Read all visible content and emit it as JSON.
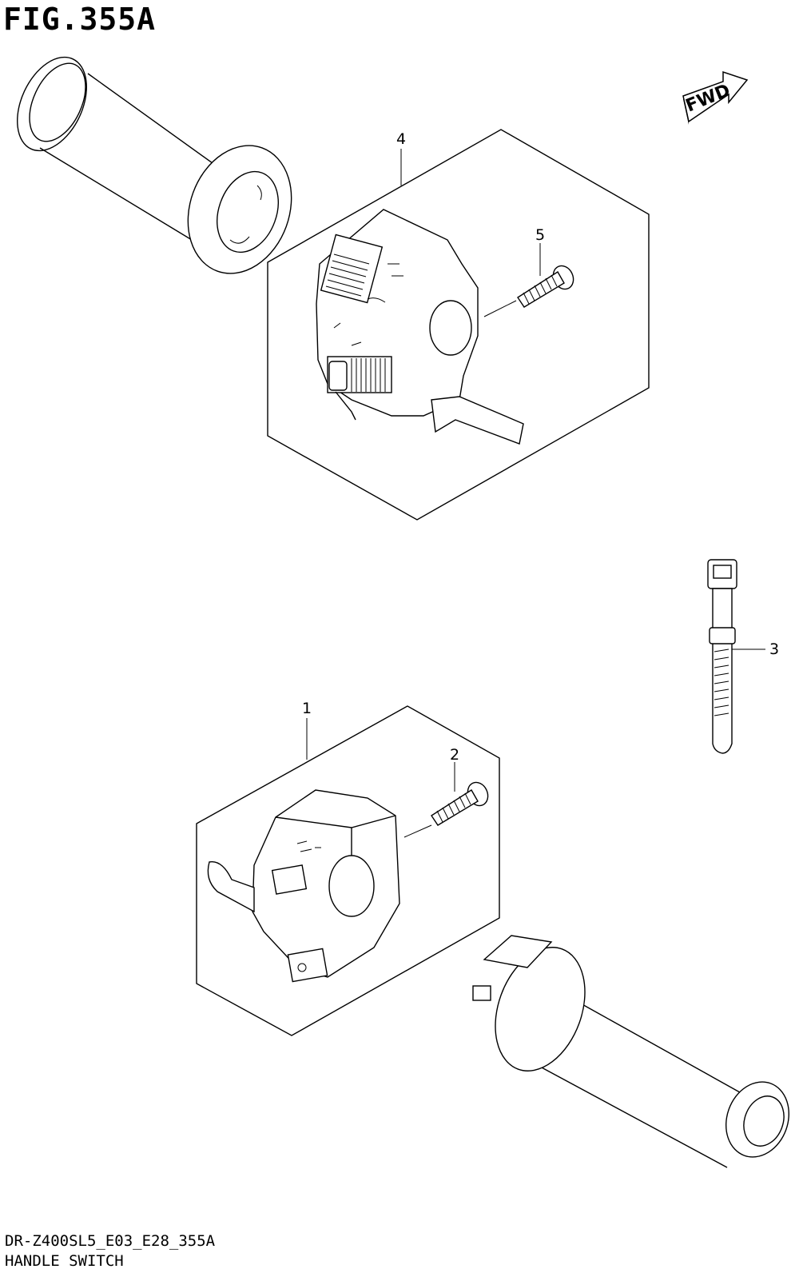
{
  "figure": {
    "title": "FIG.355A",
    "model_code": "DR-Z400SL5_E03_E28_355A",
    "caption": "HANDLE SWITCH"
  },
  "fwd_arrow": {
    "label": "FWD"
  },
  "callouts": [
    {
      "id": "1",
      "label": "1"
    },
    {
      "id": "2",
      "label": "2"
    },
    {
      "id": "3",
      "label": "3"
    },
    {
      "id": "4",
      "label": "4"
    },
    {
      "id": "5",
      "label": "5"
    }
  ]
}
